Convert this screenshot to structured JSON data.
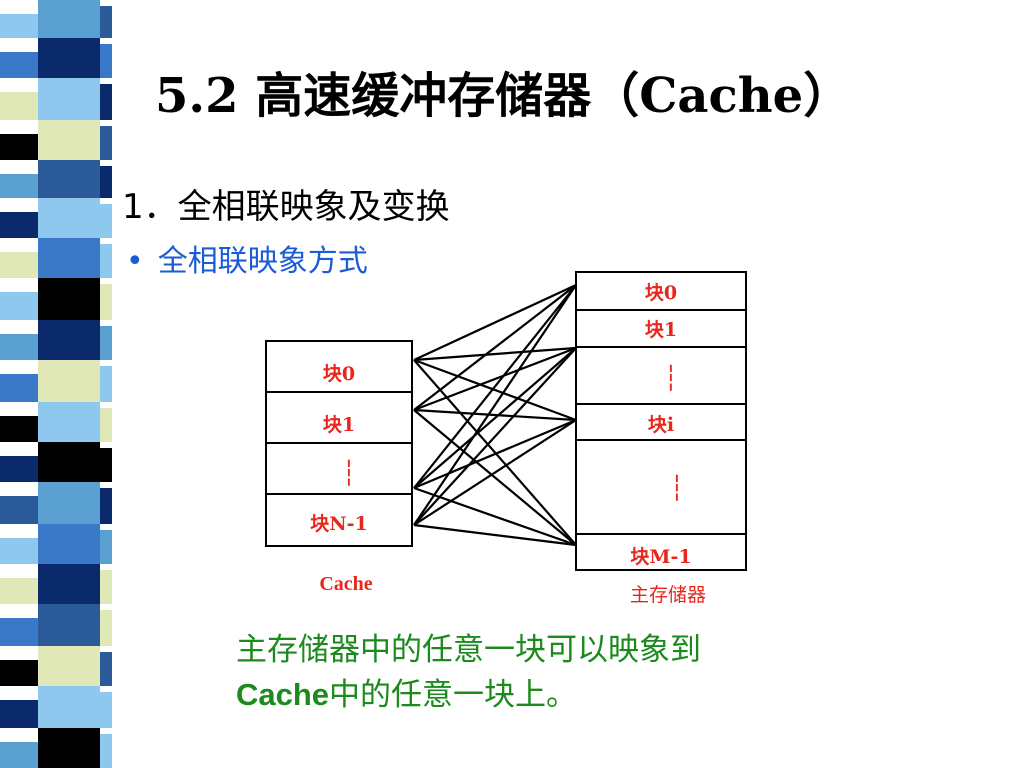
{
  "slide": {
    "title": "5.2 高速缓冲存储器（Cache）",
    "heading": "1．全相联映象及变换",
    "bullet_marker": "•",
    "bullet": "全相联映象方式",
    "caption_line1": "主存储器中的任意一块可以映象到",
    "caption_line2_en": "Cache",
    "caption_line2_rest": "中的任意一块上。"
  },
  "diagram": {
    "cache": {
      "label": "Cache",
      "blocks": [
        "块0",
        "块1",
        "┆",
        "块N-1"
      ]
    },
    "main_memory": {
      "label": "主存储器",
      "blocks": [
        "块0",
        "块1",
        "┆",
        "块i",
        "┆",
        "块M-1"
      ]
    }
  },
  "colors": {
    "block_label": "#e8261c",
    "bullet_text": "#1a5bd8",
    "caption_text": "#1c8a1c",
    "stripe_palette": [
      "#0a2a6b",
      "#5aa0d0",
      "#e0e8b8",
      "#3a78c8",
      "#000000",
      "#8ec8ee",
      "#2a5a98"
    ]
  }
}
